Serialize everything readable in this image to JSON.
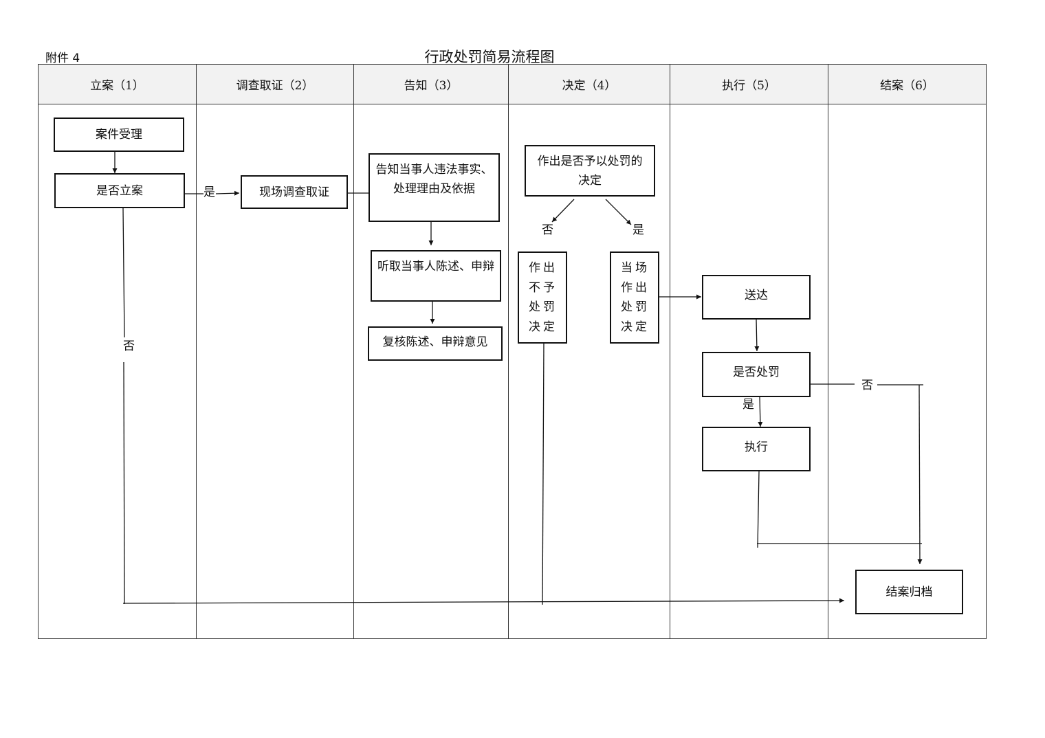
{
  "annex_label": "附件 4",
  "title": "行政处罚简易流程图",
  "lanes": [
    {
      "label": "立案（1）"
    },
    {
      "label": "调查取证（2）"
    },
    {
      "label": "告知（3）"
    },
    {
      "label": "决定（4）"
    },
    {
      "label": "执行（5）"
    },
    {
      "label": "结案（6）"
    }
  ],
  "nodes": {
    "accept": "案件受理",
    "register_q": "是否立案",
    "investigate": "现场调查取证",
    "notify": "告知当事人违法事实、处理理由及依据",
    "hear": "听取当事人陈述、申辩",
    "review": "复核陈述、申辩意见",
    "decide_q": "作出是否予以处罚的决定",
    "no_penalty": "作出不予处罚决定",
    "onsite_penalty": "当场作出处罚决定",
    "deliver": "送达",
    "penalize_q": "是否处罚",
    "execute": "执行",
    "close": "结案归档"
  },
  "edge_labels": {
    "register_yes": "是",
    "register_no": "否",
    "decide_no": "否",
    "decide_yes": "是",
    "penalize_no": "否",
    "penalize_yes": "是"
  }
}
